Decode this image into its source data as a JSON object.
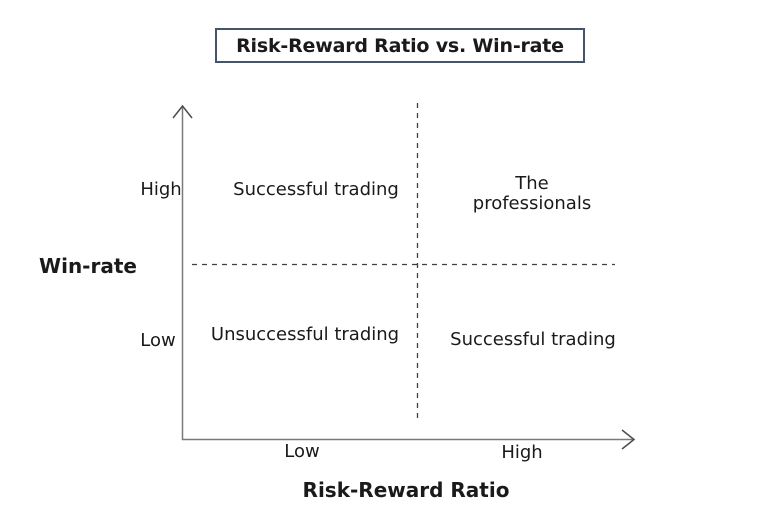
{
  "title": {
    "text": "Risk-Reward Ratio vs. Win-rate"
  },
  "y_axis": {
    "label": "Win-rate",
    "tick_high": "High",
    "tick_low": "Low"
  },
  "x_axis": {
    "label": "Risk-Reward Ratio",
    "tick_low": "Low",
    "tick_high": "High"
  },
  "quadrants": {
    "top_left": "Successful trading",
    "top_right": "The professionals",
    "bottom_left": "Unsuccessful trading",
    "bottom_right": "Successful trading"
  },
  "colors": {
    "background": "#ffffff",
    "text": "#1a1a1a",
    "title_border": "#44546A",
    "axis_line": "#7a7a7a",
    "arrowhead": "#4d4d4d",
    "dashed_divider": "#404040"
  }
}
